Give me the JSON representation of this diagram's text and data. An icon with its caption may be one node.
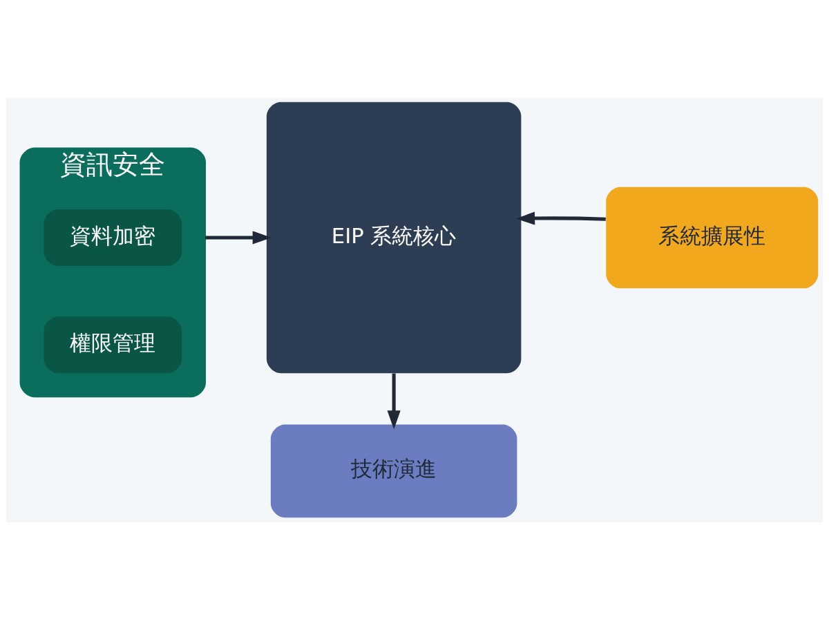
{
  "diagram": {
    "nodes": [
      {
        "text": [
          "資訊安全"
        ]
      },
      {
        "text": [
          "資料加密"
        ],
        "in": 0
      },
      {
        "text": [
          "權限管理"
        ],
        "in": 0
      },
      {
        "text": [
          "技術演進"
        ]
      },
      {
        "text": [
          "EIP 系統核心"
        ]
      },
      {
        "text": [
          "系統擴展性"
        ]
      }
    ],
    "edges": [
      {
        "from": 0,
        "to": 4,
        "arrow": "to"
      },
      {
        "from": 4,
        "to": 3,
        "arrow": "to"
      },
      {
        "from": 5,
        "to": 4,
        "arrow": "to"
      }
    ]
  }
}
